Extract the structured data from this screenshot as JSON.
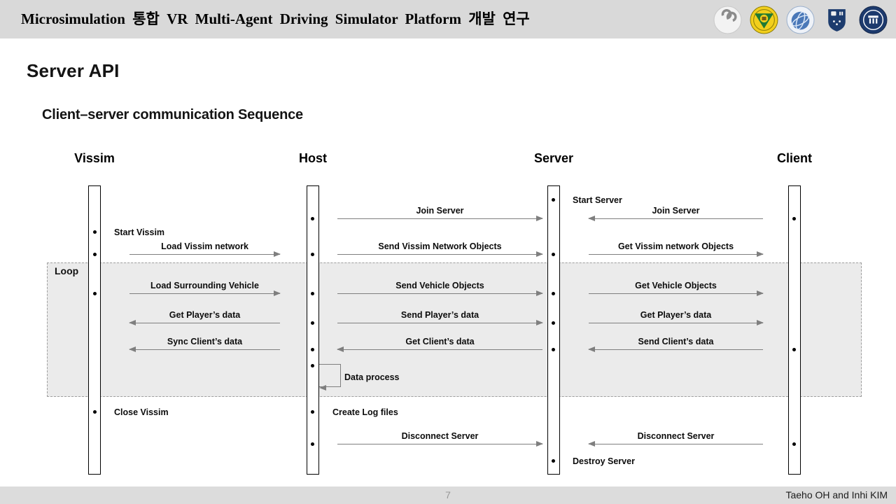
{
  "header": {
    "title": "Microsimulation 통합 VR Multi-Agent Driving Simulator Platform 개발 연구",
    "logos": [
      "society-seal-logo",
      "university-emblem-logo",
      "globe-institute-logo",
      "monash-university-logo",
      "national-university-seal-logo"
    ]
  },
  "page": {
    "title": "Server API",
    "subtitle": "Client–server communication Sequence"
  },
  "diagram": {
    "type": "sequence-diagram",
    "actors": [
      {
        "name": "Vissim"
      },
      {
        "name": "Host"
      },
      {
        "name": "Server"
      },
      {
        "name": "Client"
      }
    ],
    "loop_label": "Loop",
    "events": [
      {
        "actor": "Server",
        "label": "Start Server"
      },
      {
        "actor": "Vissim",
        "label": "Start Vissim"
      },
      {
        "actor": "Vissim",
        "label": "Close Vissim"
      },
      {
        "actor": "Host",
        "label": "Create Log files"
      },
      {
        "actor": "Server",
        "label": "Destroy Server"
      },
      {
        "actor": "Host",
        "label": "Data process"
      }
    ],
    "messages": [
      {
        "label": "Join Server",
        "from": "Host",
        "to": "Server"
      },
      {
        "label": "Join Server",
        "from": "Client",
        "to": "Server"
      },
      {
        "label": "Load Vissim network",
        "from": "Vissim",
        "to": "Host"
      },
      {
        "label": "Send Vissim Network Objects",
        "from": "Host",
        "to": "Server"
      },
      {
        "label": "Get Vissim network Objects",
        "from": "Server",
        "to": "Client"
      },
      {
        "label": "Load Surrounding Vehicle",
        "from": "Vissim",
        "to": "Host"
      },
      {
        "label": "Send Vehicle Objects",
        "from": "Host",
        "to": "Server"
      },
      {
        "label": "Get Vehicle Objects",
        "from": "Server",
        "to": "Client"
      },
      {
        "label": "Get Player’s data",
        "from": "Host",
        "to": "Vissim"
      },
      {
        "label": "Send Player’s data",
        "from": "Host",
        "to": "Server"
      },
      {
        "label": "Get Player’s data",
        "from": "Server",
        "to": "Client"
      },
      {
        "label": "Sync Client’s data",
        "from": "Host",
        "to": "Vissim"
      },
      {
        "label": "Get Client’s data",
        "from": "Server",
        "to": "Host"
      },
      {
        "label": "Send Client’s data",
        "from": "Client",
        "to": "Server"
      },
      {
        "label": "Disconnect Server",
        "from": "Host",
        "to": "Server"
      },
      {
        "label": "Disconnect Server",
        "from": "Client",
        "to": "Server"
      }
    ]
  },
  "footer": {
    "page_number": "7",
    "credit": "Taeho OH and Inhi KIM"
  },
  "colors": {
    "header_bg": "#d9d9d9",
    "footer_bg": "#dcdcdc",
    "loop_bg": "#ebebeb",
    "arrow": "#7f7f7f"
  }
}
